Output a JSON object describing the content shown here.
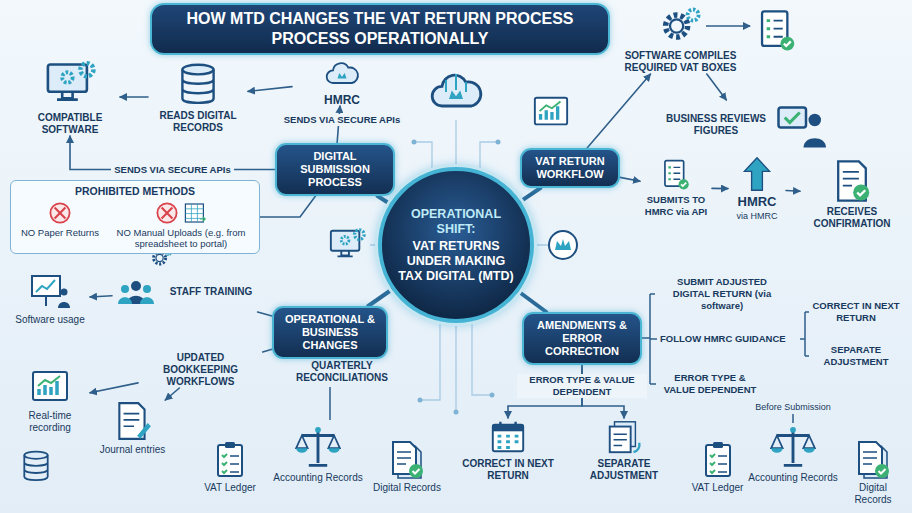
{
  "diagram": {
    "title": "HOW MTD CHANGES THE VAT RETURN PROCESS PROCESS OPERATIONALLY",
    "nodes": [
      {
        "text": [
          "OPERATIONAL SHIFT:",
          "VAT RETURNS UNDER MAKING TAX DIGITAL (MTD)"
        ]
      },
      {
        "text": [
          "DIGITAL SUBMISSION PROCESS"
        ]
      },
      {
        "text": [
          "VAT RETURN WORKFLOW"
        ]
      },
      {
        "text": [
          "OPERATIONAL & BUSINESS CHANGES"
        ]
      },
      {
        "text": [
          "AMENDMENTS & ERROR CORRECTION"
        ]
      },
      {
        "text": [
          "COMPATIBLE SOFTWARE"
        ]
      },
      {
        "text": [
          "READS DIGITAL RECORDS"
        ]
      },
      {
        "text": [
          "HMRC"
        ]
      },
      {
        "text": [
          "PROHIBITED METHODS",
          "NO Paper Returns",
          "NO Manual Uploads (e.g. from spreadsheet to portal)"
        ]
      },
      {
        "text": [
          "SOFTWARE COMPILES REQUIRED VAT BOXES"
        ]
      },
      {
        "text": [
          "BUSINESS REVIEWS FIGURES"
        ]
      },
      {
        "text": [
          "SUBMITS TO HMRC via API"
        ]
      },
      {
        "text": [
          "HMRC",
          "via HMRC"
        ]
      },
      {
        "text": [
          "RECEIVES CONFIRMATION"
        ]
      },
      {
        "text": [
          "Software usage"
        ]
      },
      {
        "text": [
          "STAFF TRAINING"
        ]
      },
      {
        "text": [
          "UPDATED BOOKKEEPING WORKFLOWS"
        ]
      },
      {
        "text": [
          "Real-time recording"
        ]
      },
      {
        "text": [
          "Journal entries"
        ]
      },
      {
        "text": [
          "VAT Ledger"
        ]
      },
      {
        "text": [
          "Accounting Records"
        ]
      },
      {
        "text": [
          "Digital Records"
        ]
      },
      {
        "text": [
          "CORRECT IN NEXT RETURN"
        ]
      },
      {
        "text": [
          "SEPARATE ADJUSTMENT"
        ]
      },
      {
        "text": [
          "VAT Ledger"
        ]
      },
      {
        "text": [
          "Accounting Records"
        ]
      },
      {
        "text": [
          "Digital Records"
        ]
      }
    ],
    "edges": [
      {
        "from": 0,
        "to": 1,
        "arrow": "none"
      },
      {
        "from": 0,
        "to": 2,
        "arrow": "none"
      },
      {
        "from": 0,
        "to": 3,
        "arrow": "none"
      },
      {
        "from": 0,
        "to": 4,
        "arrow": "none"
      },
      {
        "from": 1,
        "to": 7,
        "arrow": "to"
      },
      {
        "from": 7,
        "to": 6,
        "arrow": "to"
      },
      {
        "from": 6,
        "to": 5,
        "arrow": "to"
      },
      {
        "from": 1,
        "to": 5,
        "label": "SENDS VIA SECURE APIs",
        "arrow": "to"
      },
      {
        "from": 1,
        "to": 8,
        "arrow": "none"
      },
      {
        "from": 2,
        "to": 9,
        "arrow": "to"
      },
      {
        "from": 9,
        "to": 10,
        "arrow": "to"
      },
      {
        "from": 2,
        "to": 11,
        "arrow": "to"
      },
      {
        "from": 11,
        "to": 12,
        "arrow": "to"
      },
      {
        "from": 12,
        "to": 13,
        "arrow": "to"
      },
      {
        "from": 3,
        "to": 15,
        "arrow": "none"
      },
      {
        "from": 15,
        "to": 14,
        "arrow": "to"
      },
      {
        "from": 3,
        "to": 16,
        "arrow": "none"
      },
      {
        "from": 16,
        "to": 17,
        "arrow": "to"
      },
      {
        "from": 16,
        "to": 18,
        "arrow": "to"
      },
      {
        "from": 4,
        "to": 22,
        "arrow": "to"
      },
      {
        "from": 4,
        "to": 23,
        "arrow": "to"
      }
    ],
    "labels": [
      "SENDS VIA SECURE APIs",
      "QUARTERLY RECONCILIATIONS",
      "SUBMIT ADJUSTED DIGITAL RETURN (via software)",
      "FOLLOW HMRC GUIDANCE",
      "CORRECT IN NEXT RETURN",
      "SEPARATE ADJUSTMENT",
      "ERROR TYPE & VALUE DEPENDENT",
      "ERROR TYPE & VALUE DEPENDENT",
      "Before Submission"
    ]
  }
}
